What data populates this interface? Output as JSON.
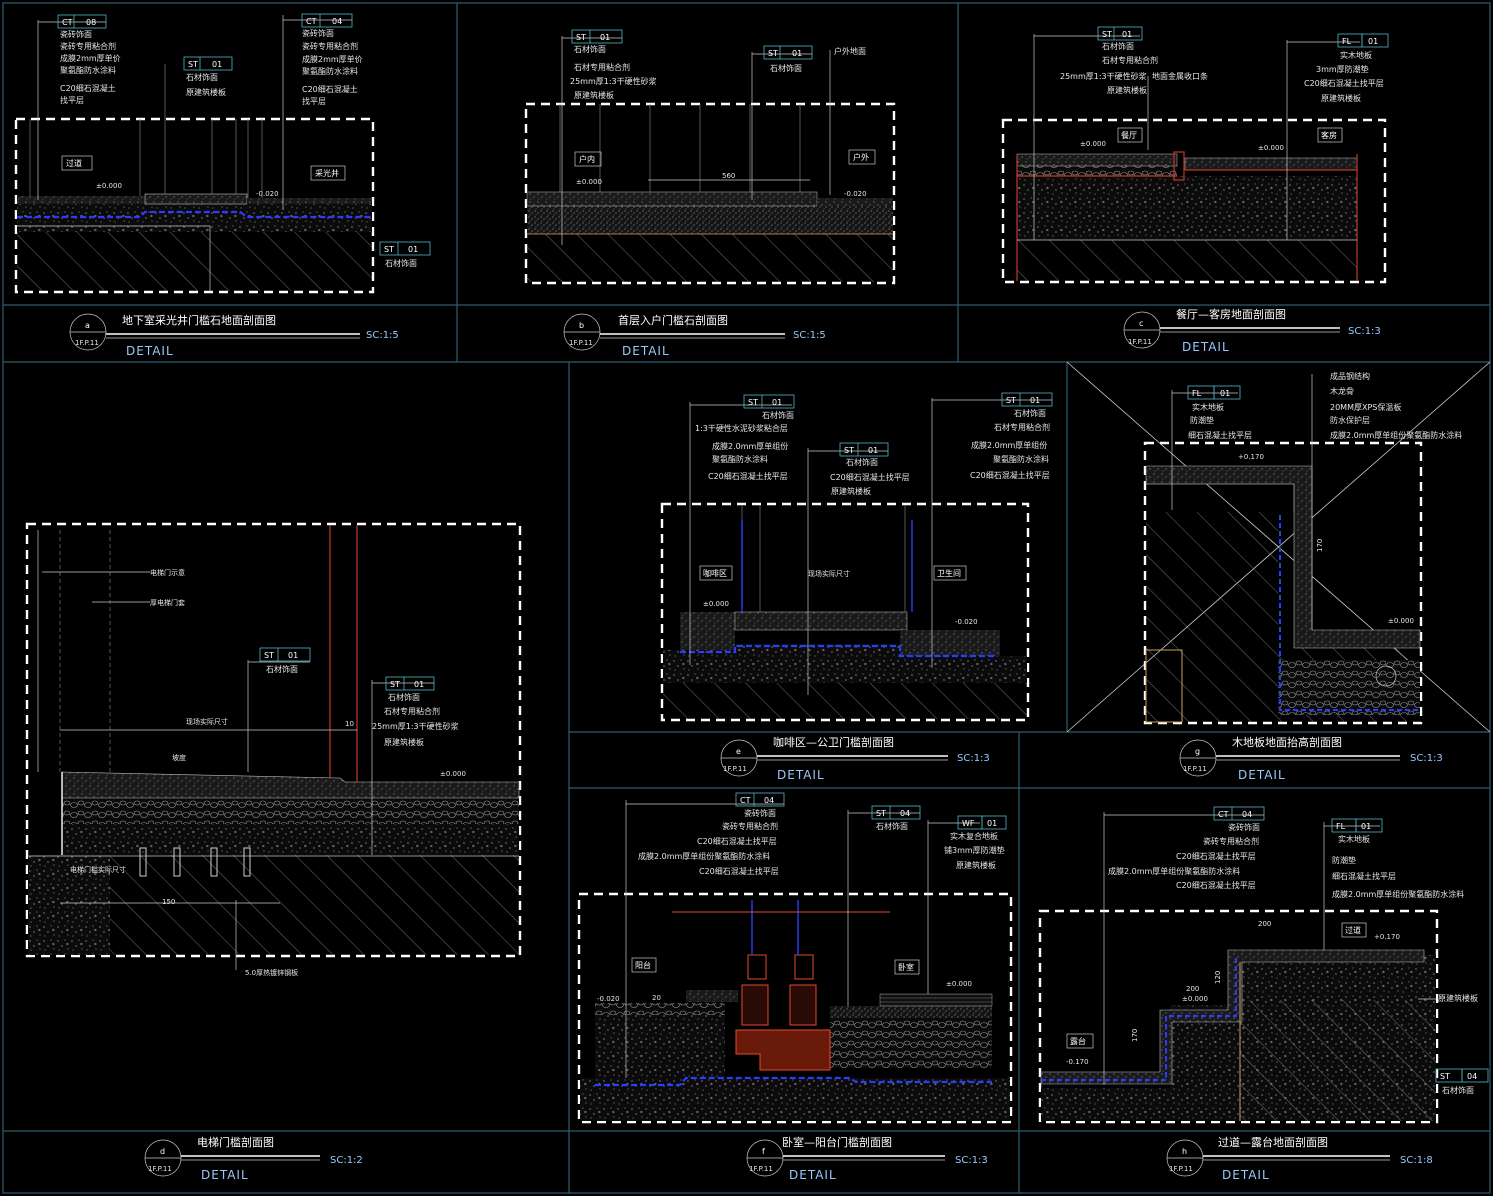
{
  "panels": [
    {
      "id": "a",
      "title": "地下室采光井门槛石地面剖面图",
      "scale": "SC:1:5",
      "detail": "DETAIL",
      "sheet": "1F.P.11",
      "tags": [
        {
          "code": "CT",
          "num": "08",
          "notes": [
            "瓷砖饰面",
            "瓷砖专用粘合剂",
            "成膜2mm厚单价",
            "聚氨酯防水涂料",
            "C20细石混凝土",
            "找平层"
          ]
        },
        {
          "code": "ST",
          "num": "01",
          "notes": [
            "石材饰面",
            "原建筑楼板"
          ]
        },
        {
          "code": "CT",
          "num": "04",
          "notes": [
            "瓷砖饰面",
            "瓷砖专用粘合剂",
            "成膜2mm厚单价",
            "聚氨酯防水涂料",
            "C20细石混凝土",
            "找平层"
          ]
        },
        {
          "code": "ST",
          "num": "01",
          "notes": [
            "石材饰面"
          ]
        }
      ],
      "rooms": [
        "过道",
        "采光井"
      ],
      "levels": [
        "±0.000",
        "-0.020"
      ]
    },
    {
      "id": "b",
      "title": "首层入户门槛石剖面图",
      "scale": "SC:1:5",
      "detail": "DETAIL",
      "sheet": "1F.P.11",
      "tags": [
        {
          "code": "ST",
          "num": "01",
          "notes": [
            "石材饰面",
            "石材专用粘合剂",
            "25mm厚1:3干硬性砂浆",
            "原建筑楼板"
          ]
        },
        {
          "code": "ST",
          "num": "01",
          "notes": [
            "石材饰面"
          ]
        }
      ],
      "extra_notes": [
        "户外地面"
      ],
      "rooms": [
        "户内",
        "户外"
      ],
      "levels": [
        "±0.000",
        "-0.020"
      ],
      "dims": [
        "560"
      ]
    },
    {
      "id": "c",
      "title": "餐厅—客房地面剖面图",
      "scale": "SC:1:3",
      "detail": "DETAIL",
      "sheet": "1F.P.11",
      "tags": [
        {
          "code": "ST",
          "num": "01",
          "notes": [
            "石材饰面",
            "石材专用粘合剂",
            "25mm厚1:3干硬性砂浆",
            "原建筑楼板"
          ]
        },
        {
          "code": "FL",
          "num": "01",
          "notes": [
            "实木地板",
            "3mm厚防潮垫",
            "C20细石混凝土找平层",
            "原建筑楼板"
          ]
        }
      ],
      "extra_notes": [
        "地面金属收口条"
      ],
      "rooms": [
        "餐厅",
        "客房"
      ],
      "levels": [
        "±0.000",
        "±0.000"
      ]
    },
    {
      "id": "d",
      "title": "电梯门槛剖面图",
      "scale": "SC:1:2",
      "detail": "DETAIL",
      "sheet": "1F.P.11",
      "tags": [
        {
          "code": "ST",
          "num": "01",
          "notes": [
            "石材饰面"
          ]
        },
        {
          "code": "ST",
          "num": "01",
          "notes": [
            "石材饰面",
            "石材专用粘合剂",
            "25mm厚1:3干硬性砂浆",
            "原建筑楼板"
          ]
        }
      ],
      "extra_notes": [
        "电梯门示意",
        "厚电梯门套",
        "5.0厚热镀锌钢板",
        "现场实际尺寸",
        "坡度",
        "电梯门槛实际尺寸"
      ],
      "levels": [
        "±0.000"
      ],
      "dims": [
        "10",
        "150"
      ]
    },
    {
      "id": "e",
      "title": "咖啡区—公卫门槛剖面图",
      "scale": "SC:1:3",
      "detail": "DETAIL",
      "sheet": "1F.P.11",
      "tags": [
        {
          "code": "ST",
          "num": "01",
          "notes": [
            "石材饰面",
            "1:3干硬性水泥砂浆粘合层",
            "成膜2.0mm厚单组份",
            "聚氨酯防水涂料",
            "C20细石混凝土找平层"
          ]
        },
        {
          "code": "ST",
          "num": "01",
          "notes": [
            "石材饰面",
            "C20细石混凝土找平层",
            "原建筑楼板"
          ]
        },
        {
          "code": "ST",
          "num": "01",
          "notes": [
            "石材饰面",
            "石材专用粘合剂",
            "成膜2.0mm厚单组份",
            "聚氨酯防水涂料",
            "C20细石混凝土找平层"
          ]
        }
      ],
      "rooms": [
        "咖啡区",
        "卫生间"
      ],
      "levels": [
        "±0.000",
        "-0.020"
      ],
      "dims": [
        "现场实际尺寸"
      ]
    },
    {
      "id": "g",
      "title": "木地板地面抬高剖面图",
      "scale": "SC:1:3",
      "detail": "DETAIL",
      "sheet": "1F.P.11",
      "tags": [
        {
          "code": "FL",
          "num": "01",
          "notes": [
            "实木地板",
            "防潮垫",
            "细石混凝土找平层"
          ]
        }
      ],
      "extra_notes": [
        "成品钢结构",
        "木龙骨",
        "20MM厚XPS保温板",
        "防水保护层",
        "成膜2.0mm厚单组份聚氨酯防水涂料"
      ],
      "levels": [
        "+0.170",
        "±0.000"
      ],
      "dims": [
        "170"
      ]
    },
    {
      "id": "f",
      "title": "卧室—阳台门槛剖面图",
      "scale": "SC:1:3",
      "detail": "DETAIL",
      "sheet": "1F.P.11",
      "tags": [
        {
          "code": "CT",
          "num": "04",
          "notes": [
            "瓷砖饰面",
            "瓷砖专用粘合剂",
            "C20细石混凝土找平层",
            "成膜2.0mm厚单组份聚氨酯防水涂料",
            "C20细石混凝土找平层"
          ]
        },
        {
          "code": "ST",
          "num": "04",
          "notes": [
            "石材饰面"
          ]
        },
        {
          "code": "WF",
          "num": "01",
          "notes": [
            "实木复合地板",
            "铺3mm厚防潮垫",
            "原建筑楼板"
          ]
        }
      ],
      "rooms": [
        "阳台",
        "卧室"
      ],
      "levels": [
        "-0.020",
        "±0.000"
      ],
      "dims": [
        "20"
      ]
    },
    {
      "id": "h",
      "title": "过道—露台地面剖面图",
      "scale": "SC:1:8",
      "detail": "DETAIL",
      "sheet": "1F.P.11",
      "tags": [
        {
          "code": "CT",
          "num": "04",
          "notes": [
            "瓷砖饰面",
            "瓷砖专用粘合剂",
            "C20细石混凝土找平层",
            "成膜2.0mm厚单组份聚氨酯防水涂料",
            "C20细石混凝土找平层"
          ]
        },
        {
          "code": "FL",
          "num": "01",
          "notes": [
            "实木地板",
            "防潮垫",
            "细石混凝土找平层",
            "成膜2.0mm厚单组份聚氨酯防水涂料"
          ]
        },
        {
          "code": "ST",
          "num": "04",
          "notes": [
            "石材饰面"
          ]
        }
      ],
      "extra_notes": [
        "原建筑楼板"
      ],
      "rooms": [
        "过道",
        "露台"
      ],
      "levels": [
        "+0.170",
        "±0.000",
        "-0.170"
      ],
      "dims": [
        "200",
        "200",
        "120",
        "170"
      ]
    }
  ]
}
